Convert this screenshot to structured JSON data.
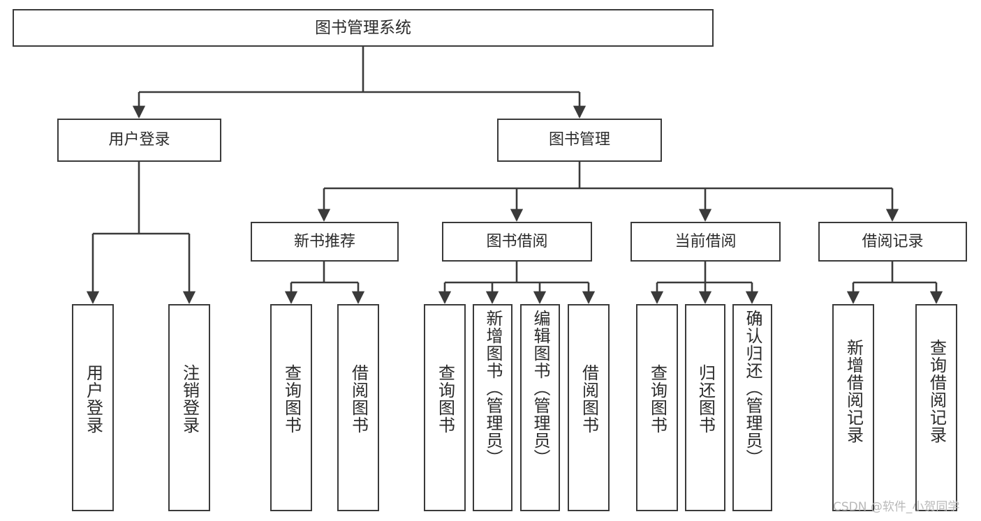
{
  "diagram": {
    "type": "tree-hierarchy-flowchart",
    "title": "图书管理系统",
    "orientation": "top-down",
    "levels": 4,
    "colors": {
      "box_border": "#3a3a3a",
      "box_fill": "#ffffff",
      "text": "#2b2b2b",
      "connector": "#3a3a3a",
      "watermark": "#b9b9b9",
      "background": "#ffffff"
    },
    "nodes": {
      "root": {
        "label": "图书管理系统",
        "level": 1
      },
      "level2": [
        {
          "id": "user-login",
          "label": "用户登录"
        },
        {
          "id": "book-manage",
          "label": "图书管理"
        }
      ],
      "level3": [
        {
          "id": "new-book-recommend",
          "label": "新书推荐",
          "parent": "book-manage"
        },
        {
          "id": "book-borrow",
          "label": "图书借阅",
          "parent": "book-manage"
        },
        {
          "id": "current-borrow",
          "label": "当前借阅",
          "parent": "book-manage"
        },
        {
          "id": "borrow-record",
          "label": "借阅记录",
          "parent": "book-manage"
        }
      ],
      "leaves": {
        "user-login": [
          {
            "id": "leaf-user-login",
            "label": "用户登录"
          },
          {
            "id": "leaf-user-logout",
            "label": "注销登录"
          }
        ],
        "new-book-recommend": [
          {
            "id": "leaf-query-book-1",
            "label": "查询图书"
          },
          {
            "id": "leaf-borrow-book-1",
            "label": "借阅图书"
          }
        ],
        "book-borrow": [
          {
            "id": "leaf-query-book-2",
            "label": "查询图书"
          },
          {
            "id": "leaf-add-book",
            "label": "新增图书（管理员）"
          },
          {
            "id": "leaf-edit-book",
            "label": "编辑图书（管理员）"
          },
          {
            "id": "leaf-borrow-book-2",
            "label": "借阅图书"
          }
        ],
        "current-borrow": [
          {
            "id": "leaf-query-book-3",
            "label": "查询图书"
          },
          {
            "id": "leaf-return-book",
            "label": "归还图书"
          },
          {
            "id": "leaf-confirm-return",
            "label": "确认归还（管理员）"
          }
        ],
        "borrow-record": [
          {
            "id": "leaf-add-record",
            "label": "新增借阅记录"
          },
          {
            "id": "leaf-query-record",
            "label": "查询借阅记录"
          }
        ]
      }
    }
  },
  "watermark": {
    "text": "CSDN @软件_小贺同学"
  }
}
